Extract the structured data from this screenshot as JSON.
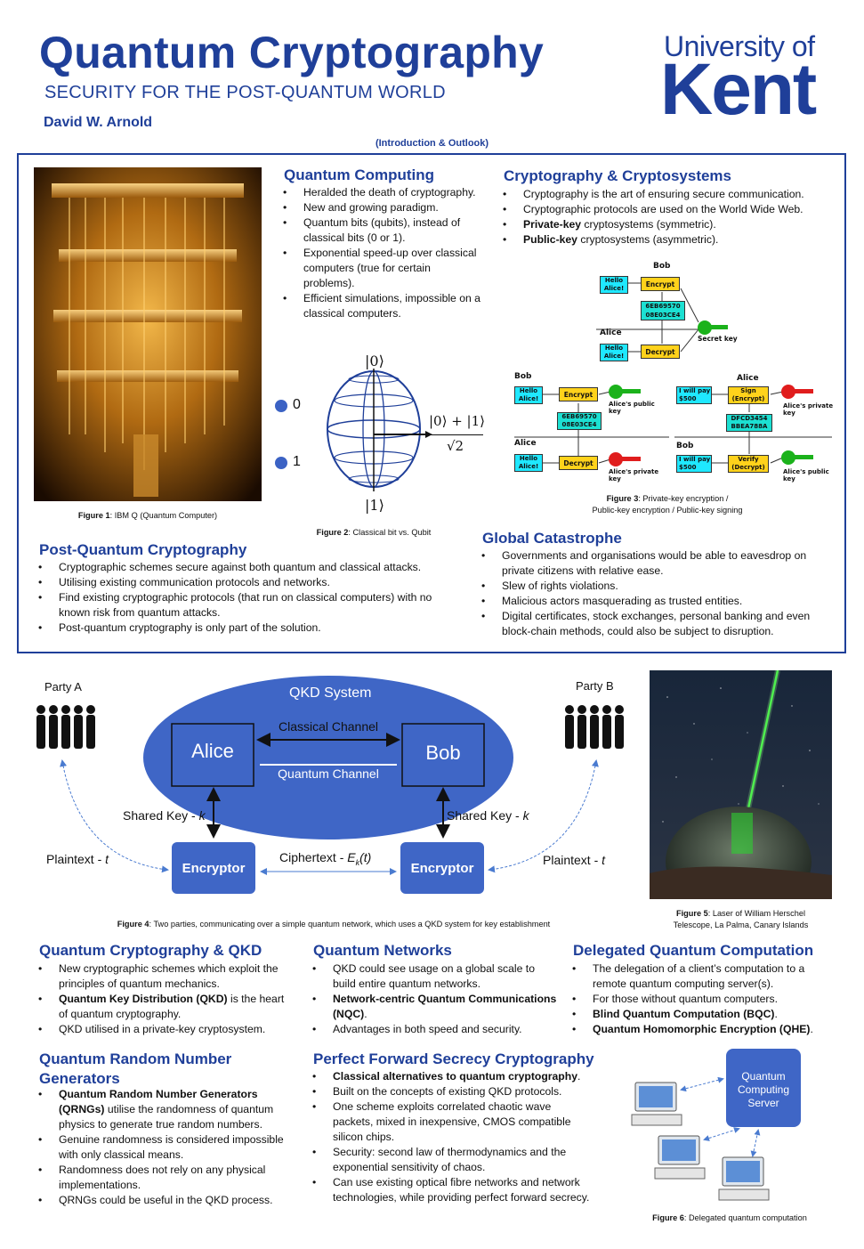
{
  "header": {
    "title": "Quantum Cryptography",
    "subtitle": "SECURITY FOR THE POST-QUANTUM WORLD",
    "author": "David W. Arnold",
    "logo_top": "University of",
    "logo_main": "Kent",
    "section_tag": "(Introduction & Outlook)"
  },
  "figures": {
    "fig1": {
      "label": "Figure 1",
      "text": ":  IBM Q (Quantum Computer)"
    },
    "fig2": {
      "label": "Figure 2",
      "text": ":  Classical bit vs. Qubit"
    },
    "fig3": {
      "label": "Figure 3",
      "text_line1": ":  Private-key encryption /",
      "text_line2": "Public-key encryption / Public-key signing"
    },
    "fig4": {
      "label": "Figure 4",
      "text": ":  Two parties, communicating over a simple quantum network, which uses a QKD system for key establishment"
    },
    "fig5": {
      "label": "Figure 5",
      "text_line1": ": Laser of William Herschel",
      "text_line2": "Telescope, La Palma, Canary Islands"
    },
    "fig6": {
      "label": "Figure 6",
      "text": ": Delegated quantum computation"
    }
  },
  "qubit": {
    "ket0": "|0⟩",
    "ket1": "|1⟩",
    "bit0": "0",
    "bit1": "1",
    "super_num": "|0⟩ + |1⟩",
    "super_den": "√2"
  },
  "crypto_diagram": {
    "bob": "Bob",
    "alice": "Alice",
    "hello": "Hello\nAlice!",
    "encrypt": "Encrypt",
    "decrypt": "Decrypt",
    "cipher1": "6EB69570",
    "cipher2": "08E03CE4",
    "secret_key": "Secret key",
    "alice_public_key": "Alice's public key",
    "alice_private_key": "Alice's private key",
    "bob_public_key": "Alice's public key",
    "pay": "I will pay $500",
    "sign": "Sign (Encrypt)",
    "verify": "Verify (Decrypt)",
    "sig1": "DFCD3454",
    "sig2": "BBEA788A"
  },
  "qkd": {
    "party_a": "Party A",
    "party_b": "Party B",
    "system": "QKD System",
    "alice": "Alice",
    "bob": "Bob",
    "classical": "Classical Channel",
    "quantum": "Quantum Channel",
    "shared_key_left": "Shared Key - ",
    "shared_key_right": "Shared Key - ",
    "k": "k",
    "plaintext_left": "Plaintext - ",
    "plaintext_right": "Plaintext - ",
    "t": "t",
    "ciphertext": "Ciphertext - ",
    "cipher_e": "E",
    "cipher_k": "k",
    "cipher_t": "(t)",
    "encryptor_left": "Encryptor",
    "encryptor_right": "Encryptor"
  },
  "server": {
    "line1": "Quantum",
    "line2": "Computing",
    "line3": "Server"
  },
  "sections": {
    "quantum_computing": {
      "heading": "Quantum Computing",
      "items": [
        "Heralded the death of cryptography.",
        "New and growing paradigm.",
        "Quantum bits (qubits), instead of classical bits (0 or 1).",
        "Exponential speed-up over classical computers (true for certain problems).",
        "Efficient simulations, impossible on a classical computers."
      ]
    },
    "crypto_systems": {
      "heading": "Cryptography & Cryptosystems",
      "items": [
        "Cryptography is the art of ensuring secure communication.",
        "Cryptographic protocols are used on the World Wide Web."
      ],
      "bold3": "Private-key",
      "rest3": " cryptosystems (symmetric).",
      "bold4": "Public-key",
      "rest4": " cryptosystems (asymmetric)."
    },
    "post_quantum": {
      "heading": "Post-Quantum Cryptography",
      "items": [
        "Cryptographic schemes secure against both quantum and classical attacks.",
        "Utilising existing communication protocols and networks.",
        "Find existing cryptographic protocols (that run on classical computers) with no known risk from quantum attacks.",
        "Post-quantum cryptography is only part of the solution."
      ]
    },
    "catastrophe": {
      "heading": "Global Catastrophe",
      "items": [
        "Governments and organisations would be able to eavesdrop on private citizens with relative ease.",
        "Slew of rights violations.",
        "Malicious actors masquerading as trusted entities.",
        "Digital certificates, stock exchanges, personal banking and even block-chain methods, could also be subject to disruption."
      ]
    },
    "qc_qkd": {
      "heading": "Quantum Cryptography & QKD",
      "item1": "New cryptographic schemes which exploit the principles of quantum mechanics.",
      "item2_bold": "Quantum Key Distribution (QKD)",
      "item2_rest": " is the heart of quantum cryptography.",
      "item3": "QKD utilised in a private-key cryptosystem."
    },
    "networks": {
      "heading": "Quantum Networks",
      "item1": "QKD could see usage on a global scale to build entire quantum networks.",
      "item2_bold": "Network-centric Quantum Communications (NQC)",
      "item2_rest": ".",
      "item3": "Advantages in both speed and security."
    },
    "delegated": {
      "heading": "Delegated Quantum Computation",
      "item1": "The delegation of a client’s computation to a remote quantum computing server(s).",
      "item2": "For those without quantum computers.",
      "item3_bold": "Blind Quantum Computation (BQC)",
      "item3_rest": ".",
      "item4_bold": "Quantum Homomorphic Encryption (QHE)",
      "item4_rest": "."
    },
    "qrng": {
      "heading_line1": "Quantum Random Number",
      "heading_line2": "Generators",
      "item1_bold": "Quantum Random Number Generators (QRNGs)",
      "item1_rest": " utilise the randomness of quantum physics to generate true random numbers.",
      "item2": "Genuine randomness is considered impossible with only classical means.",
      "item3": "Randomness does not rely on any physical implementations.",
      "item4": "QRNGs could be useful in the QKD process."
    },
    "pfs": {
      "heading": "Perfect Forward Secrecy Cryptography",
      "item1_bold": "Classical alternatives to quantum cryptography",
      "item1_rest": ".",
      "item2": "Built on the concepts of existing QKD protocols.",
      "item3": "One scheme exploits correlated chaotic wave packets, mixed in inexpensive, CMOS compatible silicon chips.",
      "item4": "Security: second law of thermodynamics and the exponential sensitivity of chaos.",
      "item5": "Can use existing optical fibre networks and network technologies, while providing perfect forward secrecy."
    }
  }
}
